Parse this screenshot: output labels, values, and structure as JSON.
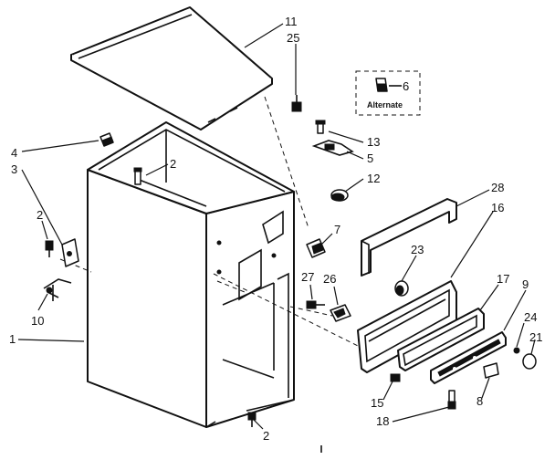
{
  "callouts": {
    "c1": "1",
    "c2a": "2",
    "c2b": "2",
    "c2c": "2",
    "c3": "3",
    "c4": "4",
    "c5": "5",
    "c6": "6",
    "c7": "7",
    "c8": "8",
    "c9": "9",
    "c10": "10",
    "c11": "11",
    "c12": "12",
    "c13": "13",
    "c15": "15",
    "c16": "16",
    "c17": "17",
    "c18": "18",
    "c21": "21",
    "c23": "23",
    "c24": "24",
    "c25": "25",
    "c26": "26",
    "c27": "27",
    "c28": "28"
  },
  "alternate_box": {
    "label": "Alternate"
  }
}
